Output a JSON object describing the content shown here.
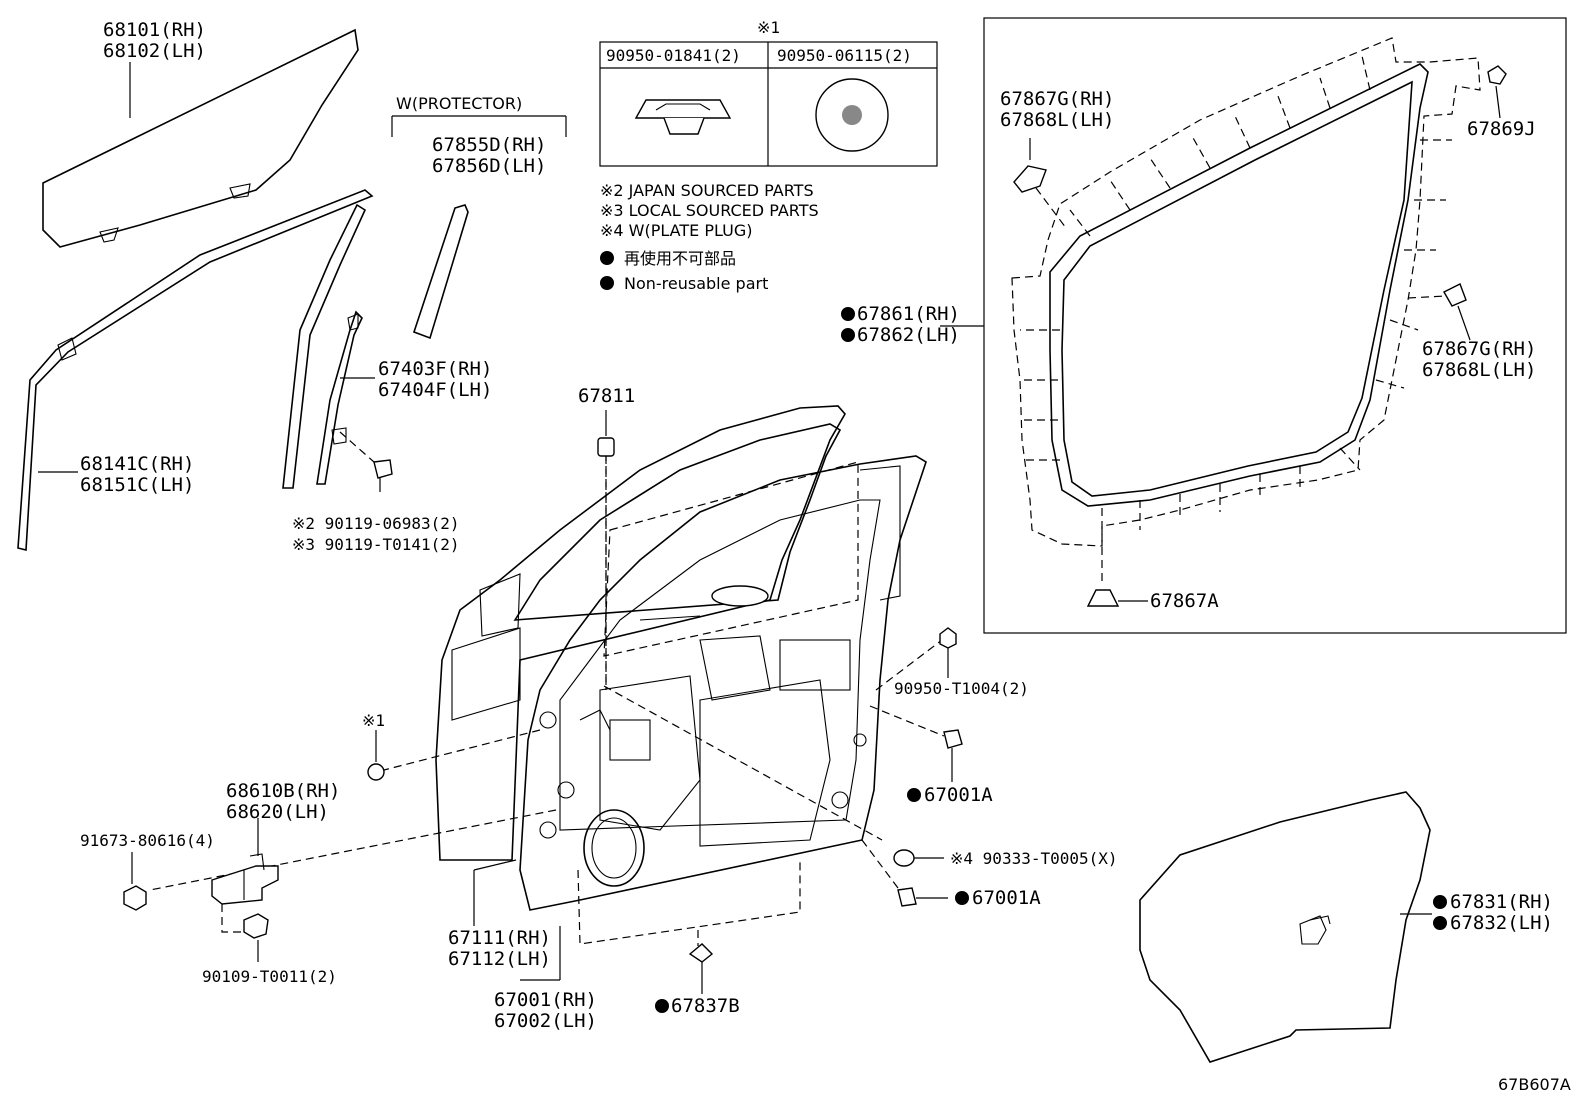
{
  "labels": {
    "glass": [
      "68101(RH)",
      "68102(LH)"
    ],
    "protector_group": "W(PROTECTOR)",
    "protector": [
      "67855D(RH)",
      "67856D(LH)"
    ],
    "run_channel": [
      "67403F(RH)",
      "67404F(LH)"
    ],
    "weatherstrip_rear": [
      "68141C(RH)",
      "68151C(LH)"
    ],
    "screws": [
      "※2 90119-06983(2)",
      "※3 90119-T0141(2)"
    ],
    "cushion": "67811",
    "hinge": [
      "68610B(RH)",
      "68620(LH)"
    ],
    "hinge_bolt": "91673-80616(4)",
    "hinge_bolt2": "90109-T0011(2)",
    "ref1": "※1",
    "panel": [
      "67111(RH)",
      "67112(LH)"
    ],
    "door_assy": [
      "67001(RH)",
      "67002(LH)"
    ],
    "clip_bottom": "67837B",
    "plug_nut": "90950-T1004(2)",
    "clip_a1": "67001A",
    "plate_plug": "※4 90333-T0005(X)",
    "clip_a2": "67001A",
    "weatherstrip": [
      "67861(RH)",
      "67862(LH)"
    ],
    "ws_clip_top": [
      "67867G(RH)",
      "67868L(LH)"
    ],
    "ws_clip_j": "67869J",
    "ws_clip_right": [
      "67867G(RH)",
      "67868L(LH)"
    ],
    "ws_clip_bottom": "67867A",
    "cover": [
      "67831(RH)",
      "67832(LH)"
    ],
    "figure_code": "67B607A"
  },
  "table": {
    "ref": "※1",
    "col1": "90950-01841(2)",
    "col2": "90950-06115(2)"
  },
  "notes": [
    "※2 JAPAN SOURCED PARTS",
    "※3 LOCAL SOURCED PARTS",
    "※4 W(PLATE PLUG)",
    "再使用不可部品",
    "Non-reusable part"
  ]
}
